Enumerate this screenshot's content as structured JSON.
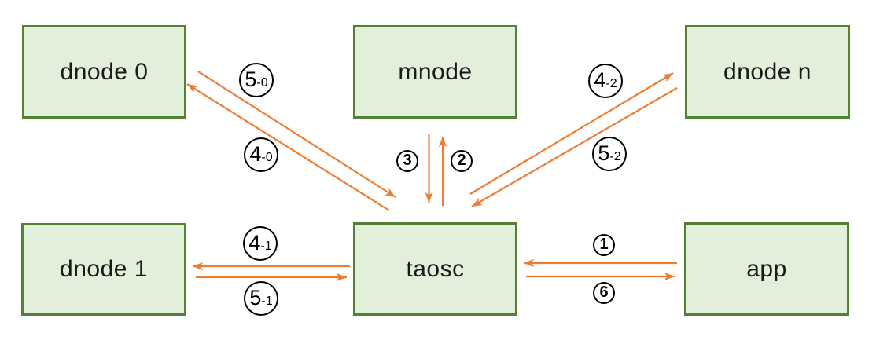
{
  "diagram": {
    "nodes": [
      {
        "id": "dnode0",
        "label": "dnode 0"
      },
      {
        "id": "mnode",
        "label": "mnode"
      },
      {
        "id": "dnoden",
        "label": "dnode n"
      },
      {
        "id": "dnode1",
        "label": "dnode 1"
      },
      {
        "id": "taosc",
        "label": "taosc"
      },
      {
        "id": "app",
        "label": "app"
      }
    ],
    "edges": [
      {
        "label": "5-0",
        "from": "dnode 0",
        "to": "taosc"
      },
      {
        "label": "4-0",
        "from": "taosc",
        "to": "dnode 0"
      },
      {
        "label": "3",
        "from": "mnode",
        "to": "taosc"
      },
      {
        "label": "2",
        "from": "taosc",
        "to": "mnode"
      },
      {
        "label": "4-2",
        "from": "taosc",
        "to": "dnode n"
      },
      {
        "label": "5-2",
        "from": "dnode n",
        "to": "taosc"
      },
      {
        "label": "4-1",
        "from": "taosc",
        "to": "dnode 1"
      },
      {
        "label": "5-1",
        "from": "dnode 1",
        "to": "taosc"
      },
      {
        "label": "1",
        "from": "app",
        "to": "taosc"
      },
      {
        "label": "6",
        "from": "taosc",
        "to": "app"
      }
    ],
    "colors": {
      "background": "#ffffff",
      "node_fill": "#e2efda",
      "node_border": "#548235",
      "node_text": "#1a1a1a",
      "arrow": "#ed7d31",
      "label_ring": "#000000",
      "label_text": "#000000"
    }
  }
}
